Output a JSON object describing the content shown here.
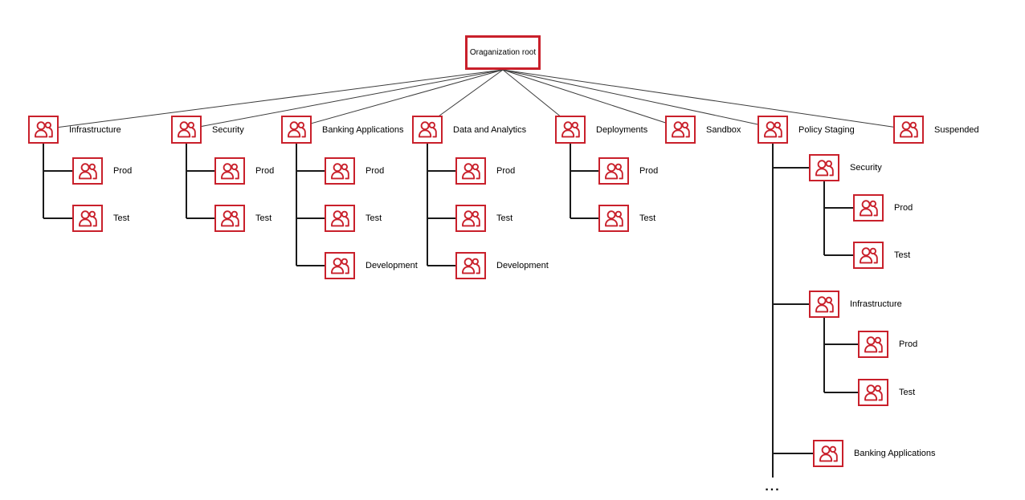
{
  "colors": {
    "accent_red": "#C9202B",
    "connector_line": "#1a1a1a",
    "background": "#ffffff",
    "text": "#000000"
  },
  "icons": {
    "node_icon": "users-icon"
  },
  "tree": {
    "root": {
      "label": "Oraganization root"
    },
    "ellipsis": "...",
    "children": [
      {
        "label": "Infrastructure",
        "children": [
          {
            "label": "Prod"
          },
          {
            "label": "Test"
          }
        ]
      },
      {
        "label": "Security",
        "children": [
          {
            "label": "Prod"
          },
          {
            "label": "Test"
          }
        ]
      },
      {
        "label": "Banking Applications",
        "children": [
          {
            "label": "Prod"
          },
          {
            "label": "Test"
          },
          {
            "label": "Development"
          }
        ]
      },
      {
        "label": "Data and Analytics",
        "children": [
          {
            "label": "Prod"
          },
          {
            "label": "Test"
          },
          {
            "label": "Development"
          }
        ]
      },
      {
        "label": "Deployments",
        "children": [
          {
            "label": "Prod"
          },
          {
            "label": "Test"
          }
        ]
      },
      {
        "label": "Sandbox",
        "children": []
      },
      {
        "label": "Policy Staging",
        "children": [
          {
            "label": "Security",
            "children": [
              {
                "label": "Prod"
              },
              {
                "label": "Test"
              }
            ]
          },
          {
            "label": "Infrastructure",
            "children": [
              {
                "label": "Prod"
              },
              {
                "label": "Test"
              }
            ]
          },
          {
            "label": "Banking Applications",
            "children": []
          }
        ]
      },
      {
        "label": "Suspended",
        "children": []
      }
    ]
  }
}
